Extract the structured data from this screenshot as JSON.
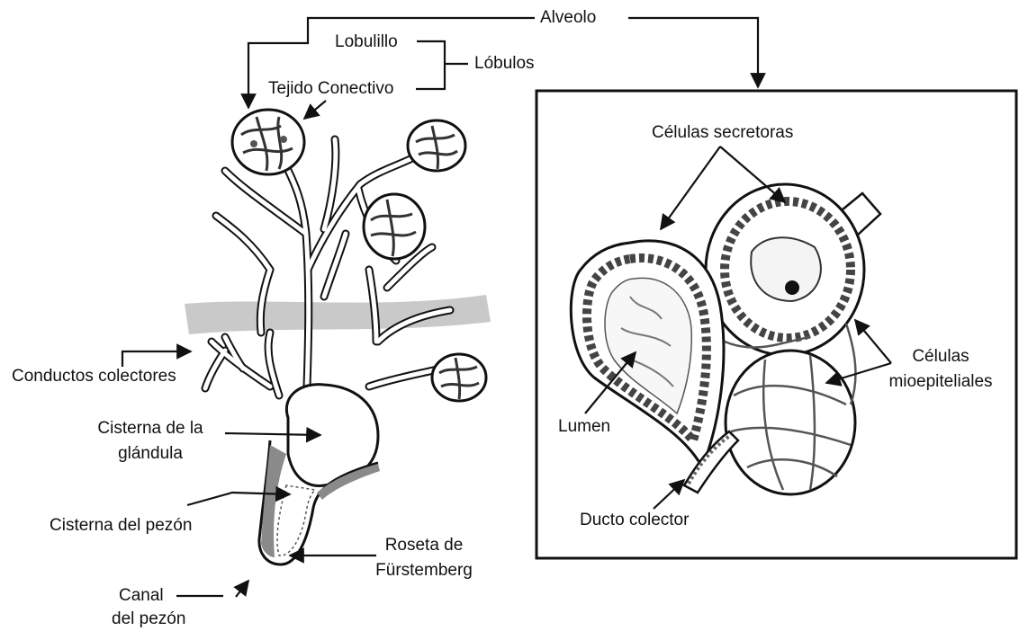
{
  "labels": {
    "alveolo": "Alveolo",
    "lobulillo": "Lobulillo",
    "lobulos": "Lóbulos",
    "tejido_conectivo": "Tejido Conectivo",
    "conductos_colectores": "Conductos colectores",
    "cisterna_glandula_line1": "Cisterna de la",
    "cisterna_glandula_line2": "glándula",
    "cisterna_pezon": "Cisterna del pezón",
    "roseta_line1": "Roseta de",
    "roseta_line2": "Fürstemberg",
    "canal_line1": "Canal",
    "canal_line2": "del pezón",
    "celulas_secretoras": "Células secretoras",
    "celulas_mio_line1": "Células",
    "celulas_mio_line2": "mioepiteliales",
    "lumen": "Lumen",
    "ducto_colector": "Ducto colector"
  },
  "colors": {
    "ink": "#111111",
    "band": "#c9c9c9",
    "shade": "#8a8a8a",
    "duct_fill": "#ffffff"
  }
}
